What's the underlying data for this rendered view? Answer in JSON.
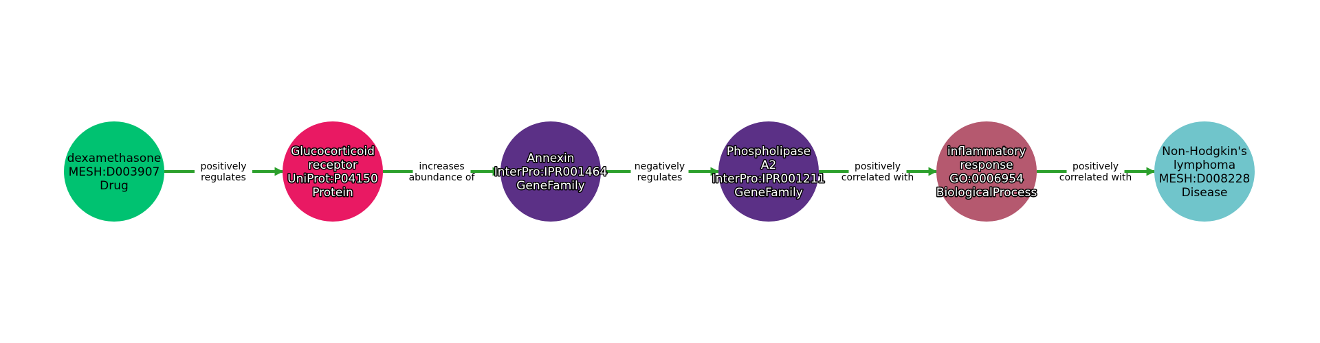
{
  "edge_color": "#2ca02c",
  "nodes": [
    {
      "lines": [
        "dexamethasone",
        "MESH:D003907",
        "Drug"
      ],
      "color": "#00c271",
      "text_style": "light"
    },
    {
      "lines": [
        "Glucocorticoid",
        "receptor",
        "UniProt:P04150",
        "Protein"
      ],
      "color": "#e91963",
      "text_style": "dark"
    },
    {
      "lines": [
        "Annexin",
        "InterPro:IPR001464",
        "GeneFamily"
      ],
      "color": "#5b3086",
      "text_style": "dark"
    },
    {
      "lines": [
        "Phospholipase",
        "A2",
        "InterPro:IPR001211",
        "GeneFamily"
      ],
      "color": "#5b3086",
      "text_style": "dark"
    },
    {
      "lines": [
        "inflammatory",
        "response",
        "GO:0006954",
        "BiologicalProcess"
      ],
      "color": "#b5596f",
      "text_style": "dark"
    },
    {
      "lines": [
        "Non-Hodgkin's",
        "lymphoma",
        "MESH:D008228",
        "Disease"
      ],
      "color": "#70c5cb",
      "text_style": "light"
    }
  ],
  "edges": [
    {
      "from": 0,
      "to": 1,
      "lines": [
        "positively",
        "regulates"
      ]
    },
    {
      "from": 1,
      "to": 2,
      "lines": [
        "increases",
        "abundance of"
      ]
    },
    {
      "from": 2,
      "to": 3,
      "lines": [
        "negatively",
        "regulates"
      ]
    },
    {
      "from": 3,
      "to": 4,
      "lines": [
        "positively",
        "correlated with"
      ]
    },
    {
      "from": 4,
      "to": 5,
      "lines": [
        "positively",
        "correlated with"
      ]
    }
  ]
}
